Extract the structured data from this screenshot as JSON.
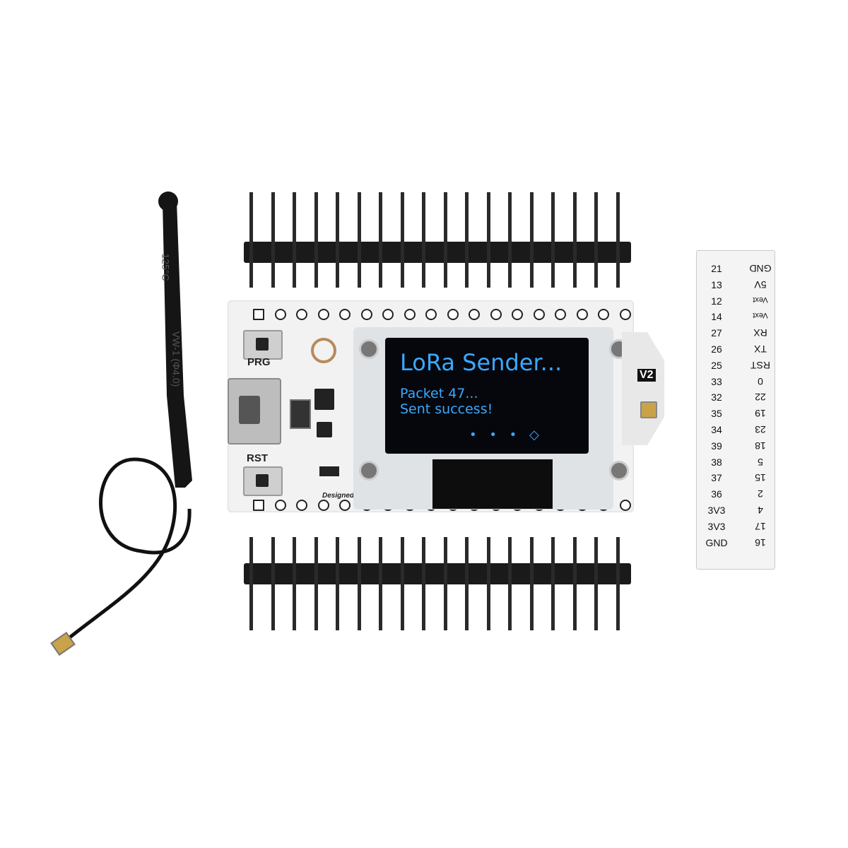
{
  "board": {
    "silk_prg": "PRG",
    "silk_rst": "RST",
    "silk_version": "V2",
    "silk_credit": "Designed & Produced by H"
  },
  "oled": {
    "title": "LoRa Sender...",
    "line1": "Packet 47...",
    "line2": "Sent success!",
    "indicator": "• • • ◇"
  },
  "antenna": {
    "marking1": "125°C",
    "marking2": "VW-1 (Φ4.0)"
  },
  "pin_label_card": {
    "left_column": [
      "21",
      "13",
      "12",
      "14",
      "27",
      "26",
      "25",
      "33",
      "32",
      "35",
      "34",
      "39",
      "38",
      "37",
      "36",
      "3V3",
      "3V3",
      "GND"
    ],
    "right_column": [
      "GND",
      "5V",
      "Vext",
      "Vext",
      "RX",
      "TX",
      "RST",
      "0",
      "22",
      "19",
      "23",
      "18",
      "5",
      "15",
      "2",
      "4",
      "17",
      "16"
    ]
  },
  "colors": {
    "oled_text": "#3aa9ff",
    "board": "#f2f2f2",
    "header": "#1a1a1a"
  }
}
